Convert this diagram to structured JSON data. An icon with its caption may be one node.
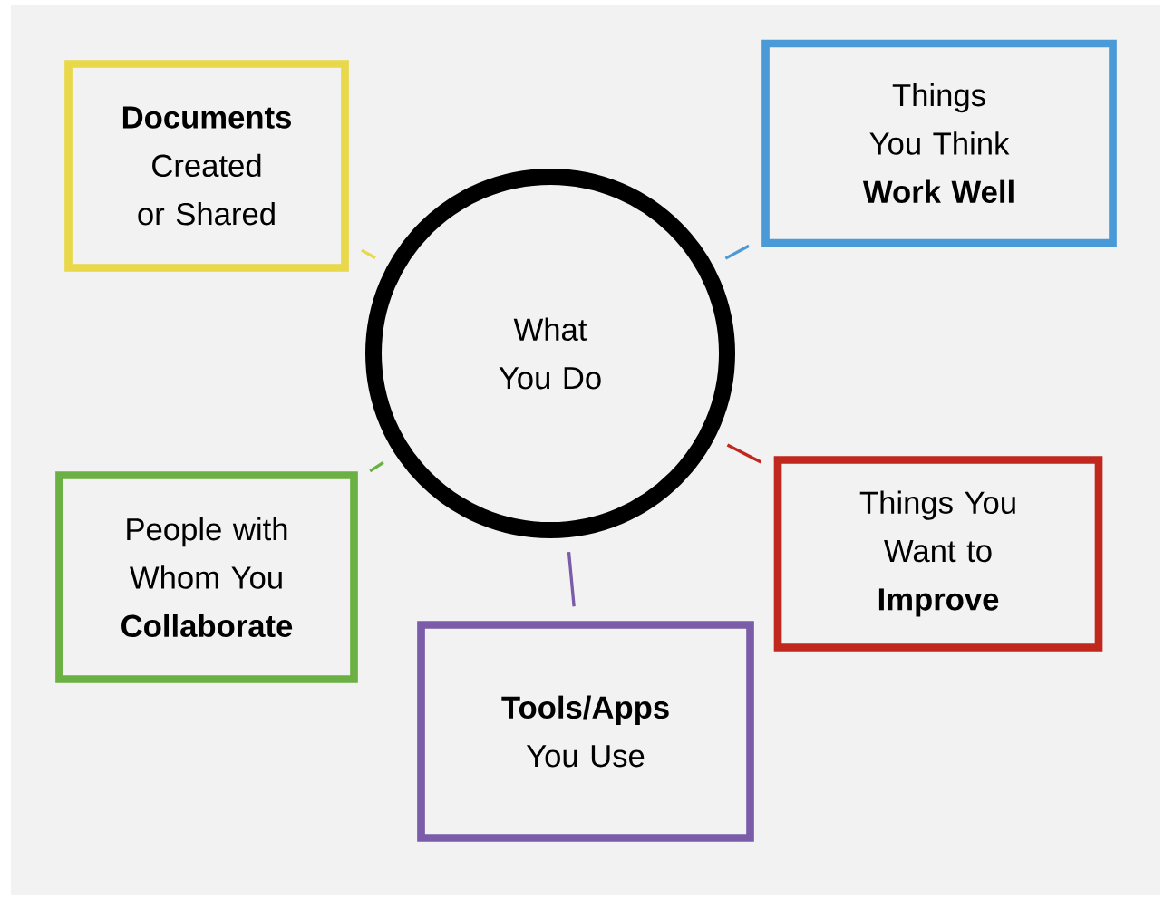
{
  "diagram": {
    "nodes": [
      {
        "text": [
          "What You Do"
        ]
      },
      {
        "text": [
          "**Documents** Created or Shared"
        ]
      },
      {
        "text": [
          "Things You Think **Work Well**"
        ]
      },
      {
        "text": [
          "Things You Want to **Improve**"
        ]
      },
      {
        "text": [
          "People with Whom You **Collaborate**"
        ]
      },
      {
        "text": [
          "**Tools/Apps** You Use"
        ]
      }
    ],
    "edges": [
      {
        "from": 0,
        "to": 1,
        "arrow": "none",
        "color": "#e8d84a"
      },
      {
        "from": 0,
        "to": 2,
        "arrow": "none",
        "color": "#4a9ad8"
      },
      {
        "from": 0,
        "to": 3,
        "arrow": "none",
        "color": "#c0281e"
      },
      {
        "from": 0,
        "to": 4,
        "arrow": "none",
        "color": "#6ab042"
      },
      {
        "from": 0,
        "to": 5,
        "arrow": "none",
        "color": "#7a5ca8"
      }
    ]
  }
}
